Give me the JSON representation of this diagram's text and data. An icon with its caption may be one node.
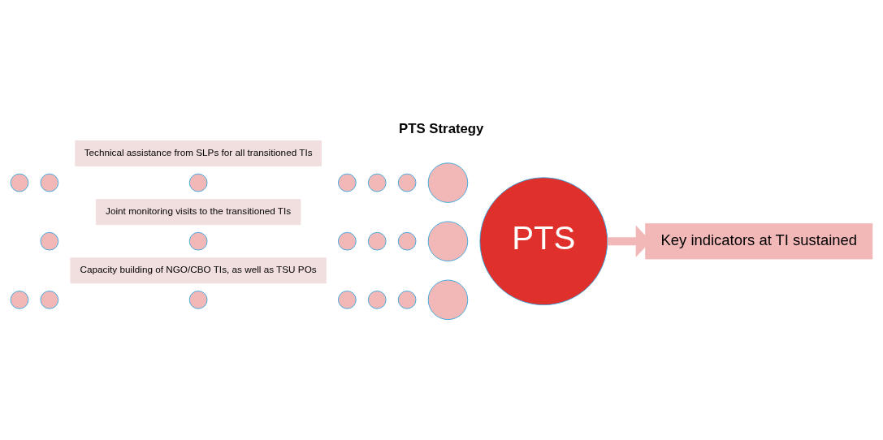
{
  "diagram": {
    "title": "PTS Strategy",
    "nodes": [
      {
        "text": [
          "Technical assistance from SLPs for all transitioned TIs"
        ]
      },
      {
        "text": [],
        "shape": "circle"
      },
      {
        "text": [],
        "shape": "circle"
      },
      {
        "text": [],
        "shape": "circle"
      },
      {
        "text": [],
        "shape": "circle"
      },
      {
        "text": [],
        "shape": "circle"
      },
      {
        "text": [],
        "shape": "circle"
      },
      {
        "text": [],
        "shape": "circle"
      },
      {
        "text": [
          "Joint monitoring visits to the transitioned TIs"
        ]
      },
      {
        "text": [],
        "shape": "circle"
      },
      {
        "text": [],
        "shape": "circle"
      },
      {
        "text": [],
        "shape": "circle"
      },
      {
        "text": [],
        "shape": "circle"
      },
      {
        "text": [],
        "shape": "circle"
      },
      {
        "text": [],
        "shape": "circle"
      },
      {
        "text": [
          "PTS"
        ]
      },
      {
        "text": [
          "Key indicators at TI sustained"
        ]
      },
      {
        "text": [
          "Capacity building of NGO/CBO TIs, as well as TSU POs"
        ]
      },
      {
        "text": [],
        "shape": "circle"
      },
      {
        "text": [],
        "shape": "circle"
      },
      {
        "text": [],
        "shape": "circle"
      },
      {
        "text": [],
        "shape": "circle"
      },
      {
        "text": [],
        "shape": "circle"
      },
      {
        "text": [],
        "shape": "circle"
      },
      {
        "text": [],
        "shape": "circle"
      }
    ],
    "edges": [
      {
        "from": 15,
        "to": 16,
        "arrow": "to"
      }
    ]
  }
}
